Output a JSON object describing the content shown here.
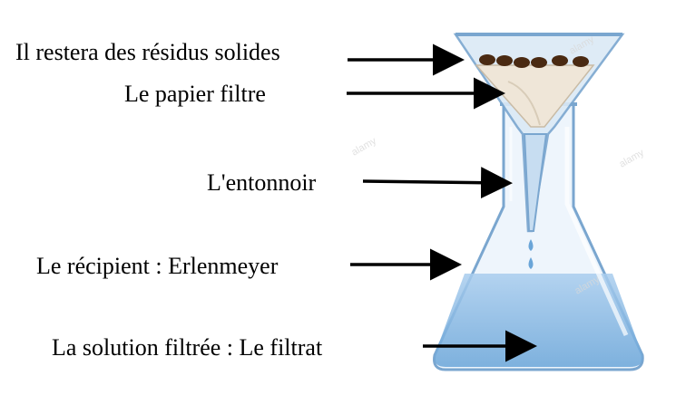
{
  "labels": {
    "residues": "Il restera des résidus solides",
    "filter_paper": "Le papier filtre",
    "funnel": "L'entonnoir",
    "flask": "Le récipient : Erlenmeyer",
    "filtrate": "La solution filtrée : Le filtrat"
  },
  "watermark": "alamy",
  "colors": {
    "glass_outline": "#7aa6cf",
    "glass_fill": "#e6f0fa",
    "liquid": "#8fbde3",
    "liquid_dark": "#6aa5d8",
    "paper": "#efe6d8",
    "residue": "#4a2a12",
    "arrow": "#000000"
  }
}
